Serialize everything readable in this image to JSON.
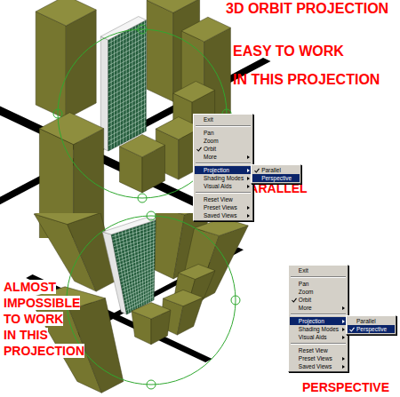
{
  "diagram": {
    "title": "3D ORBIT PROJECTION",
    "nodes": [
      {
        "text": [
          "Exit",
          "Pan",
          "Zoom",
          "Orbit",
          "More",
          "Projection",
          "Shading Modes",
          "Visual Aids",
          "Reset View",
          "Preset Views",
          "Saved Views"
        ]
      },
      {
        "text": [
          "Parallel",
          "Perspective"
        ]
      },
      {
        "text": [
          "Exit",
          "Pan",
          "Zoom",
          "Orbit",
          "More",
          "Projection",
          "Shading Modes",
          "Visual Aids",
          "Reset View",
          "Preset Views",
          "Saved Views"
        ]
      },
      {
        "text": [
          "Parallel",
          "Perspective"
        ]
      }
    ],
    "labels": [
      "EASY TO WORK IN THIS PROJECTION",
      "PARALLEL",
      "ALMOST IMPOSSIBLE TO WORK IN THIS PROJECTION",
      "PERSPECTIVE"
    ]
  }
}
